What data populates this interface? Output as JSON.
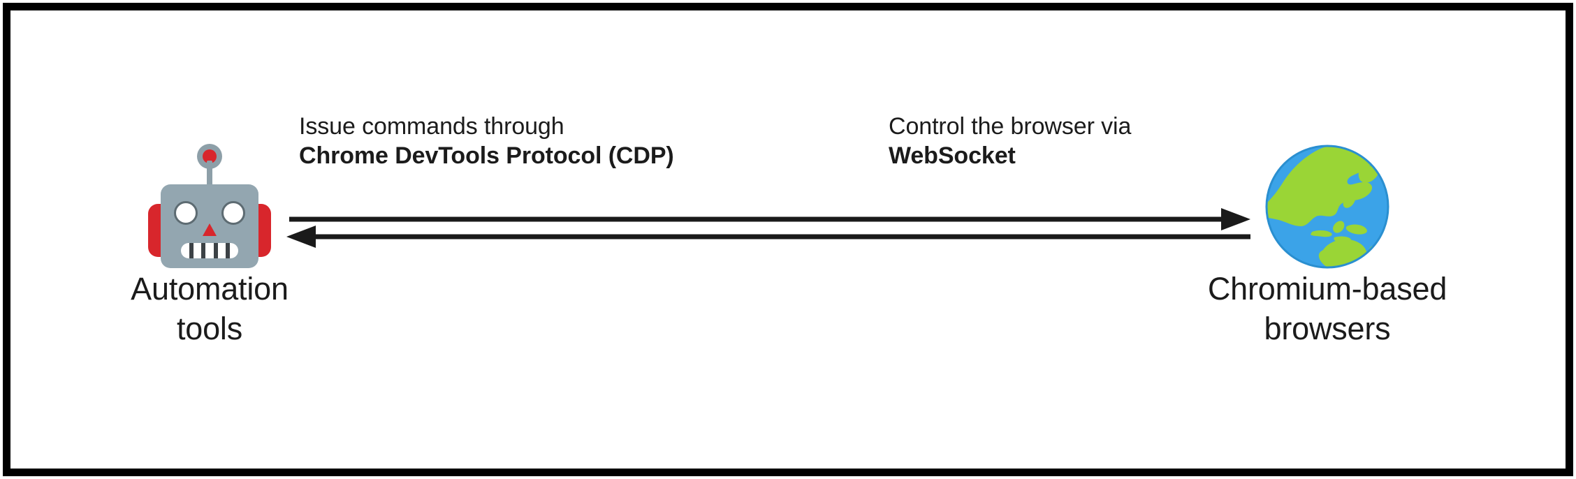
{
  "diagram": {
    "title": "Automation tools control Chromium-based browsers via CDP over WebSocket",
    "background_color": "#ffffff",
    "border_color": "#000000",
    "text_color": "#1b1b1b",
    "nodes": [
      {
        "id": "automation-tools",
        "icon": "robot-emoji",
        "label": "Automation\ntools",
        "label_line_1": "Automation",
        "label_line_2": "tools"
      },
      {
        "id": "chromium-browsers",
        "icon": "globe-showing-asia-australia-emoji",
        "label": "Chromium-based\nbrowsers",
        "label_line_1": "Chromium-based",
        "label_line_2": "browsers"
      }
    ],
    "edges": [
      {
        "id": "cdp-request",
        "direction": "left-to-right",
        "arrowhead": "right",
        "label_regular": "Issue commands through",
        "label_bold": "Chrome DevTools Protocol (CDP)"
      },
      {
        "id": "websocket-response",
        "direction": "right-to-left",
        "arrowhead": "left",
        "label_regular": "Control the browser via",
        "label_bold": "WebSocket"
      }
    ],
    "colors": {
      "robot_body": "#93a6b0",
      "robot_accent": "#d8262c",
      "globe_land": "#9ad536",
      "globe_ocean": "#3ba3e8",
      "arrow": "#1a1a1a"
    }
  }
}
